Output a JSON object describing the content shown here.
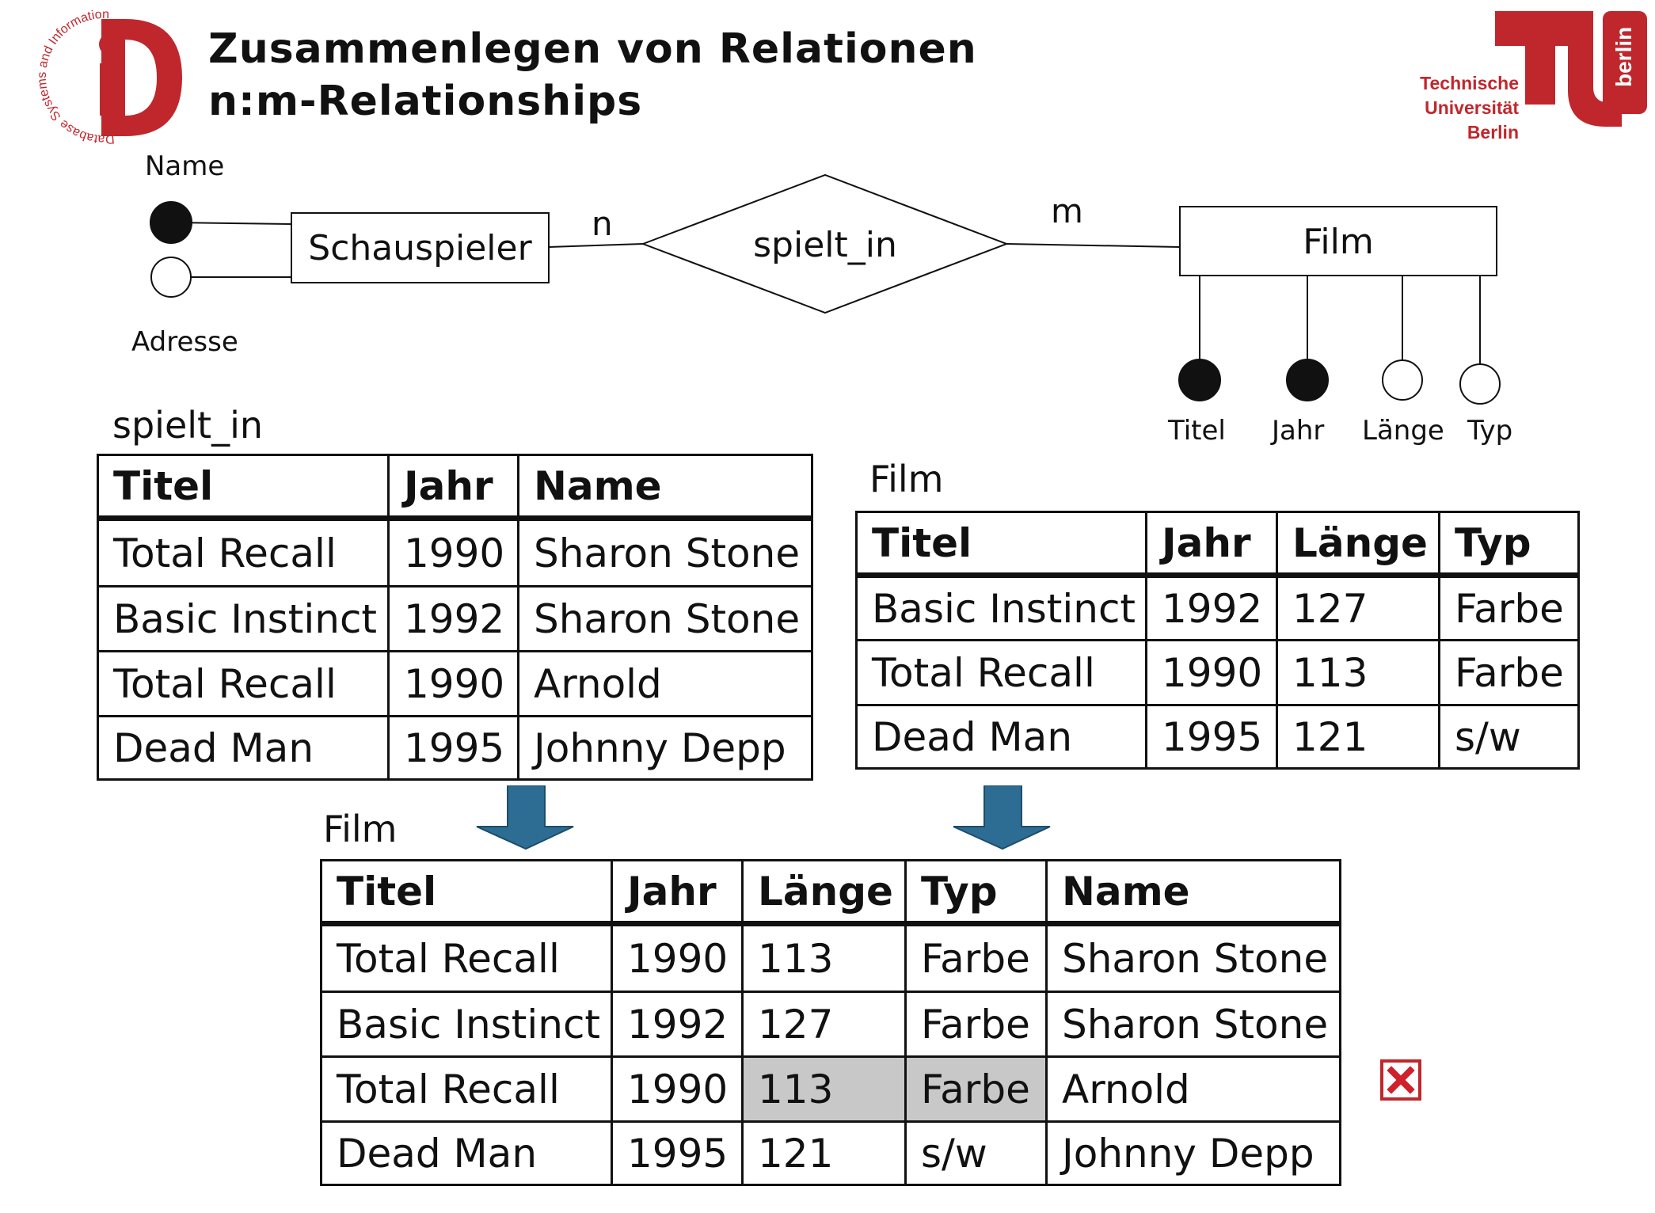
{
  "slide": {
    "title_line1": "Zusammenlegen von Relationen",
    "title_line2": "n:m-Relationships"
  },
  "logos": {
    "dbis_ring_text": "Database Systems and Information Management",
    "tu_lines": [
      "Technische",
      "Universität",
      "Berlin"
    ],
    "tu_badge": "berlin",
    "brand_red": "#c0272d"
  },
  "er_diagram": {
    "entity_left": "Schauspieler",
    "relationship": "spielt_in",
    "entity_right": "Film",
    "card_left": "n",
    "card_right": "m",
    "left_attributes": [
      {
        "label": "Name",
        "key": true
      },
      {
        "label": "Adresse",
        "key": false
      }
    ],
    "right_attributes": [
      {
        "label": "Titel",
        "key": true
      },
      {
        "label": "Jahr",
        "key": true
      },
      {
        "label": "Länge",
        "key": false
      },
      {
        "label": "Typ",
        "key": false
      }
    ]
  },
  "tables": {
    "spielt_in": {
      "caption": "spielt_in",
      "columns": [
        "Titel",
        "Jahr",
        "Name"
      ],
      "rows": [
        [
          "Total Recall",
          "1990",
          "Sharon Stone"
        ],
        [
          "Basic Instinct",
          "1992",
          "Sharon Stone"
        ],
        [
          "Total Recall",
          "1990",
          "Arnold"
        ],
        [
          "Dead Man",
          "1995",
          "Johnny Depp"
        ]
      ]
    },
    "film": {
      "caption": "Film",
      "columns": [
        "Titel",
        "Jahr",
        "Länge",
        "Typ"
      ],
      "rows": [
        [
          "Basic Instinct",
          "1992",
          "127",
          "Farbe"
        ],
        [
          "Total Recall",
          "1990",
          "113",
          "Farbe"
        ],
        [
          "Dead Man",
          "1995",
          "121",
          "s/w"
        ]
      ]
    },
    "merged": {
      "caption": "Film",
      "columns": [
        "Titel",
        "Jahr",
        "Länge",
        "Typ",
        "Name"
      ],
      "rows": [
        [
          "Total Recall",
          "1990",
          "113",
          "Farbe",
          "Sharon Stone"
        ],
        [
          "Basic Instinct",
          "1992",
          "127",
          "Farbe",
          "Sharon Stone"
        ],
        [
          "Total Recall",
          "1990",
          "113",
          "Farbe",
          "Arnold"
        ],
        [
          "Dead Man",
          "1995",
          "121",
          "s/w",
          "Johnny Depp"
        ]
      ],
      "redundant_cells": [
        [
          2,
          2
        ],
        [
          2,
          3
        ]
      ],
      "highlight_color": "#c8c8c8"
    }
  },
  "icons": {
    "merge_arrow": "arrow-down-icon",
    "merge_arrow_color": "#2e6d93",
    "redundancy_mark": "red-x-icon"
  }
}
